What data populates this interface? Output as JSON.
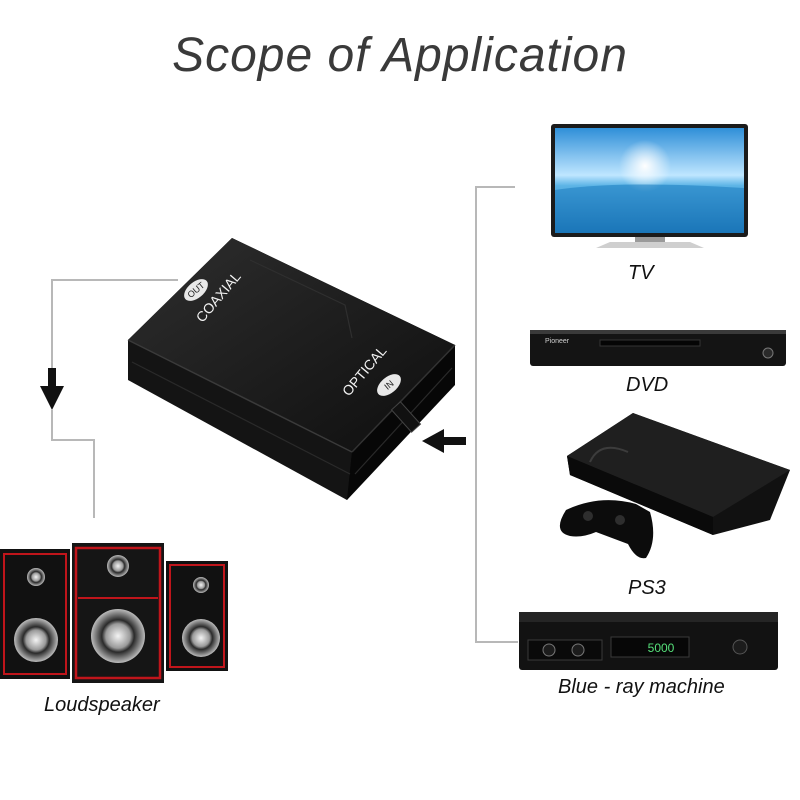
{
  "title": "Scope of Application",
  "converter": {
    "out_port": "OUT",
    "coaxial_label": "COAXIAL",
    "optical_label": "OPTICAL",
    "in_port": "IN"
  },
  "devices": {
    "tv": "TV",
    "dvd": "DVD",
    "ps3": "PS3",
    "bluray": "Blue - ray machine",
    "speaker": "Loudspeaker"
  },
  "dvd_brand": "Pioneer",
  "bluray_display": "5000",
  "colors": {
    "title": "#3a3a3a",
    "connector_line": "#b8b8b8",
    "device_black": "#1a1a1a",
    "speaker_red": "#c0151b"
  }
}
